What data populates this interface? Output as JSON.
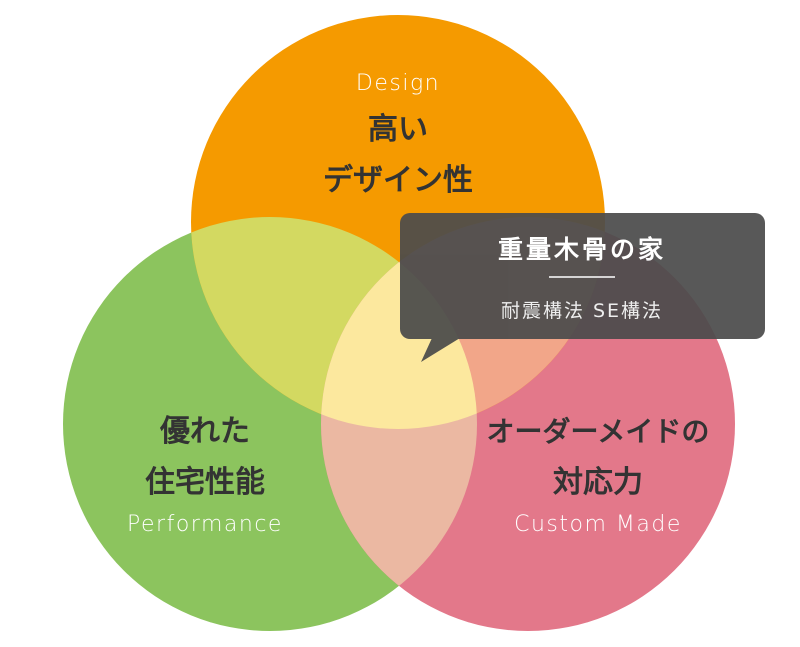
{
  "diagram": {
    "top_circle": {
      "english": "Design",
      "line1": "高い",
      "line2": "デザイン性",
      "color": "#F59A00"
    },
    "left_circle": {
      "english": "Performance",
      "line1": "優れた",
      "line2": "住宅性能",
      "color": "#8CC45E"
    },
    "right_circle": {
      "english": "Custom Made",
      "line1": "オーダーメイドの",
      "line2": "対応力",
      "color": "#E3788A"
    },
    "overlap_colors": {
      "top_left": "#D3D961",
      "top_right": "#F2A689",
      "left_right": "#EBB8A2",
      "center": "#FCE89E"
    },
    "callout": {
      "title": "重量木骨の家",
      "subtitle": "耐震構法 SE構法",
      "color": "#4B4B4B"
    }
  }
}
